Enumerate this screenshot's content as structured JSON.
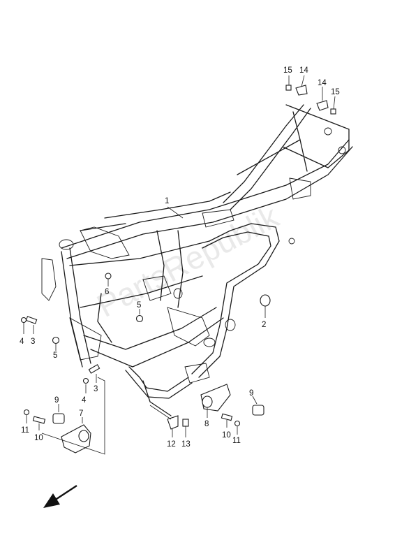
{
  "callouts": {
    "c1": "1",
    "c2": "2",
    "c3a": "3",
    "c3b": "3",
    "c4a": "4",
    "c4b": "4",
    "c5a": "5",
    "c5b": "5",
    "c6": "6",
    "c7": "7",
    "c8": "8",
    "c9a": "9",
    "c9b": "9",
    "c10a": "10",
    "c10b": "10",
    "c11a": "11",
    "c11b": "11",
    "c12": "12",
    "c13": "13",
    "c14a": "14",
    "c14b": "14",
    "c15a": "15",
    "c15b": "15"
  },
  "watermark": "PartsRepublik",
  "icons": {
    "direction_arrow": "front-direction-arrow-icon"
  },
  "colors": {
    "line": "#1a1a1a",
    "background": "#ffffff",
    "watermark": "#cfcfcf"
  }
}
